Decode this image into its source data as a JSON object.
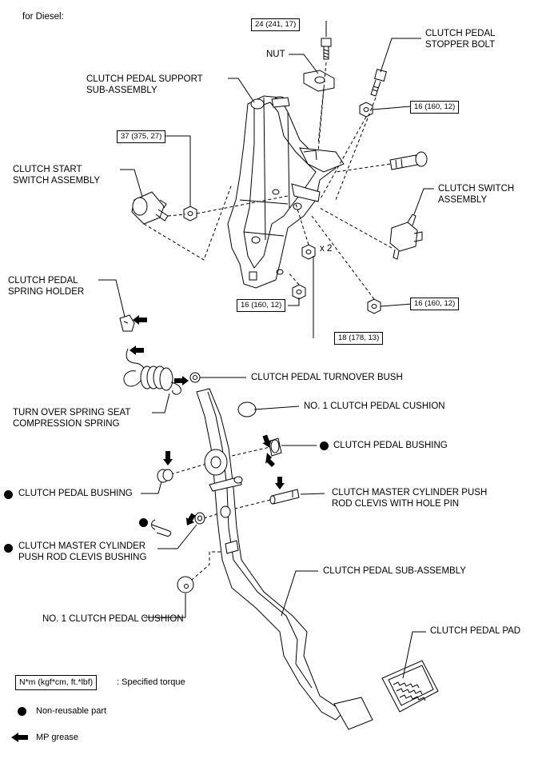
{
  "header": {
    "variant": "for Diesel:"
  },
  "parts": {
    "clutch_pedal_support": "CLUTCH PEDAL SUPPORT\nSUB-ASSEMBLY",
    "nut": "NUT",
    "stopper_bolt": "CLUTCH PEDAL\nSTOPPER BOLT",
    "start_switch": "CLUTCH START\nSWITCH ASSEMBLY",
    "clutch_switch": "CLUTCH SWITCH\nASSEMBLY",
    "spring_holder": "CLUTCH PEDAL\nSPRING HOLDER",
    "turnover_bush": "CLUTCH PEDAL TURNOVER BUSH",
    "turn_over_spring": "TURN OVER SPRING SEAT\nCOMPRESSION SPRING",
    "cushion_top": "NO. 1 CLUTCH PEDAL CUSHION",
    "bushing_right": "CLUTCH PEDAL BUSHING",
    "bushing_left": "CLUTCH PEDAL BUSHING",
    "clevis_pin": "CLUTCH MASTER CYLINDER PUSH\nROD CLEVIS WITH HOLE PIN",
    "clevis_bushing": "CLUTCH MASTER CYLINDER\nPUSH ROD CLEVIS BUSHING",
    "pedal_sub": "CLUTCH PEDAL SUB-ASSEMBLY",
    "cushion_bottom": "NO. 1 CLUTCH PEDAL CUSHION",
    "pedal_pad": "CLUTCH PEDAL PAD",
    "times_two": "x 2"
  },
  "torques": {
    "t_top": "24 (241, 17)",
    "t_nut_right": "16 (160, 12)",
    "t_left": "37 (375, 27)",
    "t_bottom_left": "16 (160, 12)",
    "t_bottom_right": "16 (160, 12)",
    "t_center": "18 (178, 13)"
  },
  "legend": {
    "torque_box": "N*m (kgf*cm, ft.*lbf)",
    "torque_text": ": Specified torque",
    "non_reusable": "Non-reusable part",
    "grease": "MP grease"
  },
  "colors": {
    "ink": "#000000",
    "paper": "#ffffff"
  }
}
